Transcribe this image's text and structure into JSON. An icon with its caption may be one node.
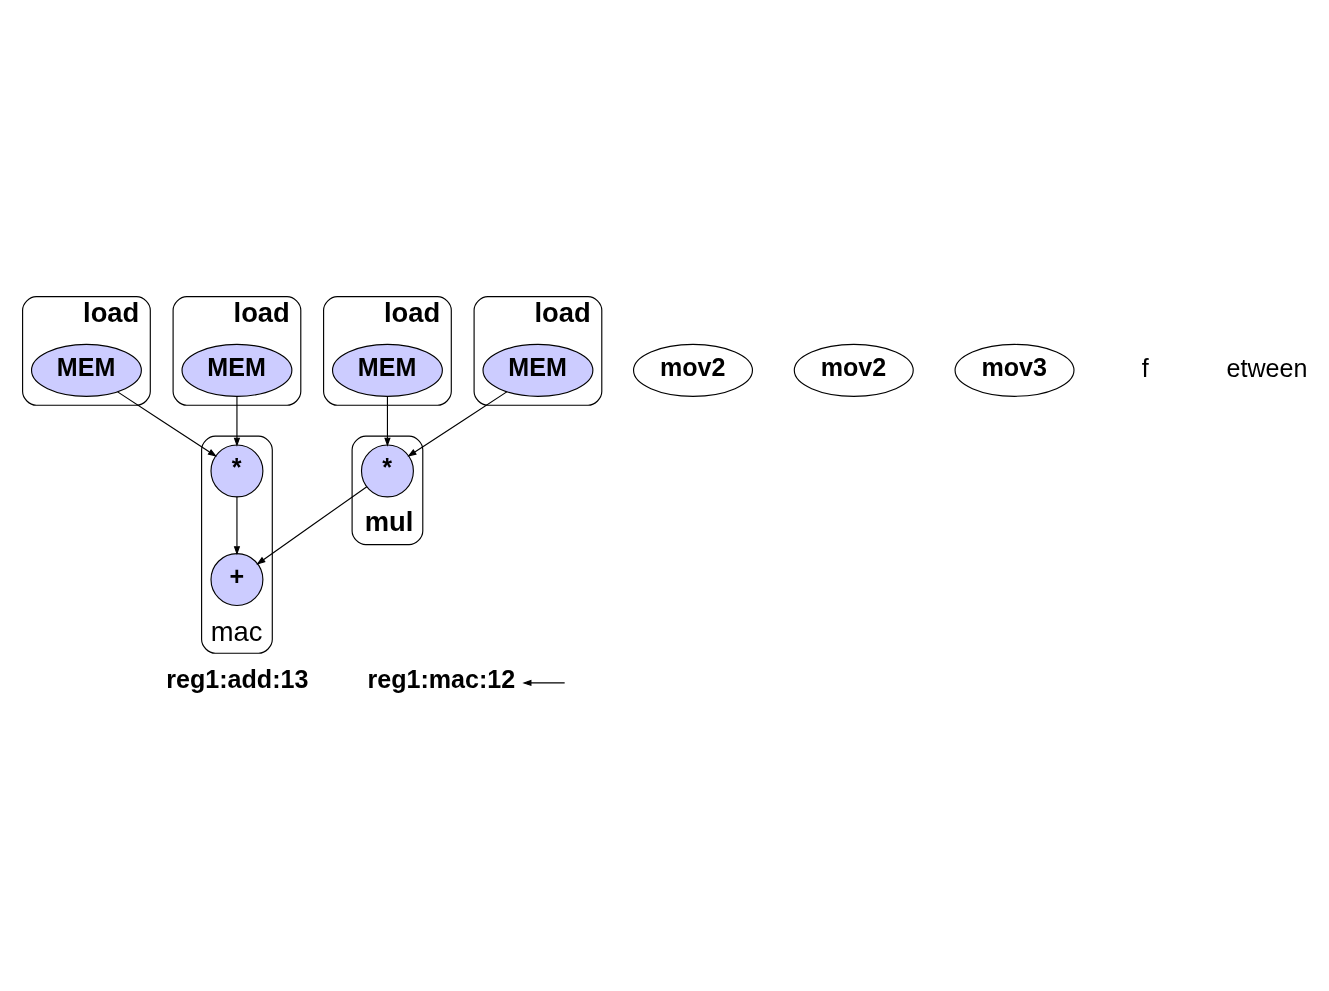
{
  "diagram": {
    "nodes": [
      {
        "text": [
          "load"
        ]
      },
      {
        "text": [
          "MEM"
        ],
        "in": 0
      },
      {
        "text": [
          "load"
        ]
      },
      {
        "text": [
          "MEM"
        ],
        "in": 2
      },
      {
        "text": [
          "load"
        ]
      },
      {
        "text": [
          "MEM"
        ],
        "in": 4
      },
      {
        "text": [
          "load"
        ]
      },
      {
        "text": [
          "MEM"
        ],
        "in": 6
      },
      {
        "text": [
          "mov2"
        ]
      },
      {
        "text": [
          "mac"
        ]
      },
      {
        "text": [
          "*"
        ],
        "in": 9
      },
      {
        "text": [
          "+"
        ],
        "in": 9
      },
      {
        "text": [
          "mov2"
        ]
      },
      {
        "text": [
          "mul"
        ]
      },
      {
        "text": [
          "*"
        ],
        "in": 13
      },
      {
        "text": [
          "mov3"
        ]
      },
      {
        "text": [
          "reg1:mac:12"
        ]
      }
    ],
    "edges": [
      {
        "from": 1,
        "to": 10,
        "arrow": "to"
      },
      {
        "from": 3,
        "to": 10,
        "arrow": "to"
      },
      {
        "from": 5,
        "to": 14,
        "arrow": "to"
      },
      {
        "from": 7,
        "to": 14,
        "arrow": "to"
      },
      {
        "from": 10,
        "to": 11,
        "arrow": "to"
      },
      {
        "from": 14,
        "to": 11,
        "arrow": "to"
      },
      {
        "from": null,
        "to": 16,
        "arrow": "to"
      }
    ],
    "labels": [
      "f",
      "etween",
      "reg1:add:13"
    ]
  }
}
